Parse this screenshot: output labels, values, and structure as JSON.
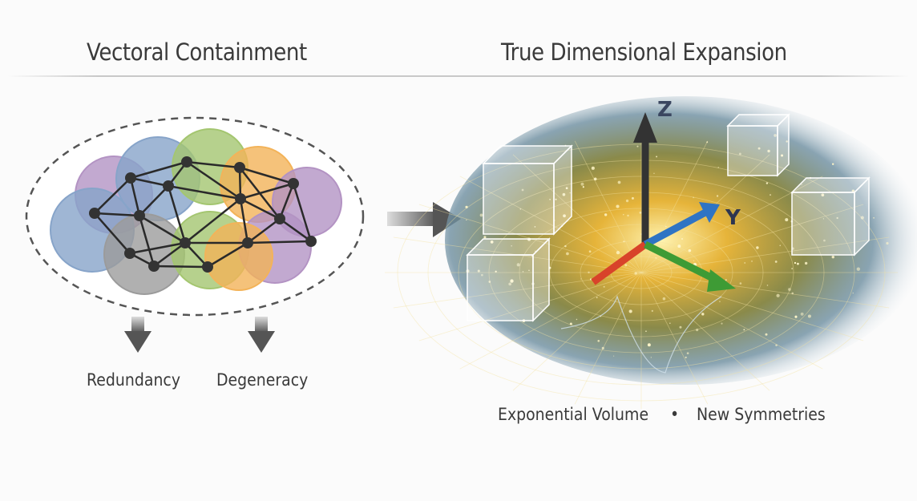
{
  "left": {
    "title": "Vectoral Containment",
    "outcomes": [
      "Redundancy",
      "Degeneracy"
    ]
  },
  "right": {
    "title": "True Dimensional Expansion",
    "axes": {
      "z": "Z",
      "y": "Y"
    },
    "caption_left": "Exponential Volume",
    "caption_separator": "•",
    "caption_right": "New Symmetries"
  },
  "colors": {
    "purple": "#9a6fb0",
    "blue": "#5f86b8",
    "green": "#86b341",
    "orange": "#ef9a22",
    "gray": "#7a7a7a",
    "axis_x": "#d8432a",
    "axis_y": "#2f74c4",
    "axis_z": "#333333",
    "axis_g": "#3e9b35"
  }
}
